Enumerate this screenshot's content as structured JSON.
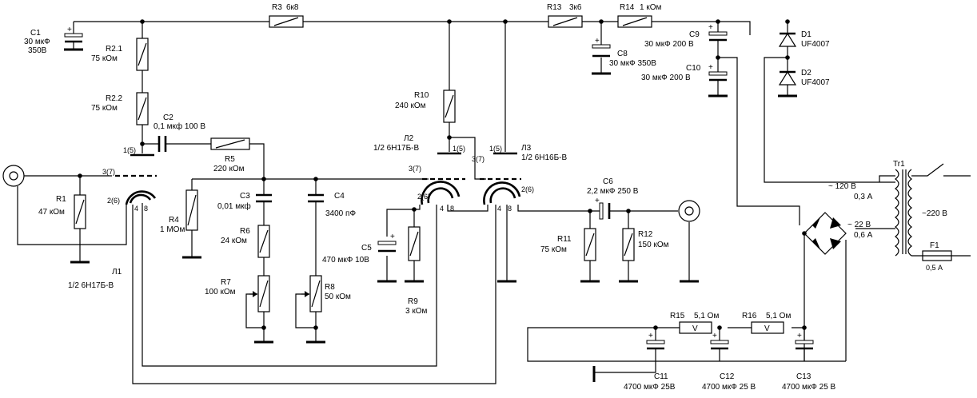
{
  "components": {
    "r1": {
      "ref": "R1",
      "value": "47 кОм"
    },
    "r2_1": {
      "ref": "R2.1",
      "value": "75 кОм"
    },
    "r2_2": {
      "ref": "R2.2",
      "value": "75 кОм"
    },
    "r3": {
      "ref": "R3",
      "value": "6к8"
    },
    "r4": {
      "ref": "R4",
      "value": "1 МОм"
    },
    "r5": {
      "ref": "R5",
      "value": "220 кОм"
    },
    "r6": {
      "ref": "R6",
      "value": "24 кОм"
    },
    "r7": {
      "ref": "R7",
      "value": "100 кОм"
    },
    "r8": {
      "ref": "R8",
      "value": "50 кОм"
    },
    "r9": {
      "ref": "R9",
      "value": "3 кОм"
    },
    "r10": {
      "ref": "R10",
      "value": "240 кОм"
    },
    "r11": {
      "ref": "R11",
      "value": "75 кОм"
    },
    "r12": {
      "ref": "R12",
      "value": "150 кОм"
    },
    "r13": {
      "ref": "R13",
      "value": "3к6"
    },
    "r14": {
      "ref": "R14",
      "value": "1 кОм"
    },
    "r15": {
      "ref": "R15",
      "value": "5,1 Ом"
    },
    "r16": {
      "ref": "R16",
      "value": "5,1 Ом"
    },
    "c1": {
      "ref": "C1",
      "value": "30 мкФ",
      "voltage": "350В"
    },
    "c2": {
      "ref": "C2",
      "value": "0,1 мкф 100 В"
    },
    "c3": {
      "ref": "C3",
      "value": "0,01 мкф"
    },
    "c4": {
      "ref": "C4",
      "value": "3400 пФ"
    },
    "c5": {
      "ref": "C5",
      "value": "470 мкФ 10В"
    },
    "c6": {
      "ref": "C6",
      "value": "2,2 мкФ 250 В"
    },
    "c8": {
      "ref": "C8",
      "value": "30 мкФ 350В"
    },
    "c9": {
      "ref": "C9",
      "value": "30 мкФ 200 В"
    },
    "c10": {
      "ref": "C10",
      "value": "30 мкФ 200 В"
    },
    "c11": {
      "ref": "C11",
      "value": "4700 мкФ 25В"
    },
    "c12": {
      "ref": "C12",
      "value": "4700 мкФ 25 В"
    },
    "c13": {
      "ref": "C13",
      "value": "4700 мкФ 25 В"
    },
    "d1": {
      "ref": "D1",
      "value": "UF4007"
    },
    "d2": {
      "ref": "D2",
      "value": "UF4007"
    },
    "f1": {
      "ref": "F1",
      "value": "0,5 А"
    },
    "tr1": {
      "ref": "Tr1"
    },
    "l1": {
      "ref": "Л1",
      "type": "1/2  6Н17Б-В"
    },
    "l2": {
      "ref": "Л2",
      "type": "1/2  6Н17Б-В"
    },
    "l3": {
      "ref": "Л3",
      "type": "1/2  6Н16Б-В"
    }
  },
  "windings": {
    "high_v": "~  120 В",
    "high_a": "0,3 А",
    "low_v": "~  22 В",
    "low_a": "0,6 А",
    "mains": "~220 В"
  },
  "pins": {
    "anode_l1": "1(5)",
    "grid_l1": "3(7)",
    "cathode_l1": "2(6)",
    "anode_l2": "1(5)",
    "grid_l2": "3(7)",
    "cathode_l2": "2(6)",
    "anode_l3": "1(5)",
    "grid_l3": "3(7)",
    "cathode_l3": "2(6)",
    "heater_a": "4",
    "heater_b": "8"
  },
  "symbols": {
    "plus": "+",
    "regulator": "V"
  }
}
